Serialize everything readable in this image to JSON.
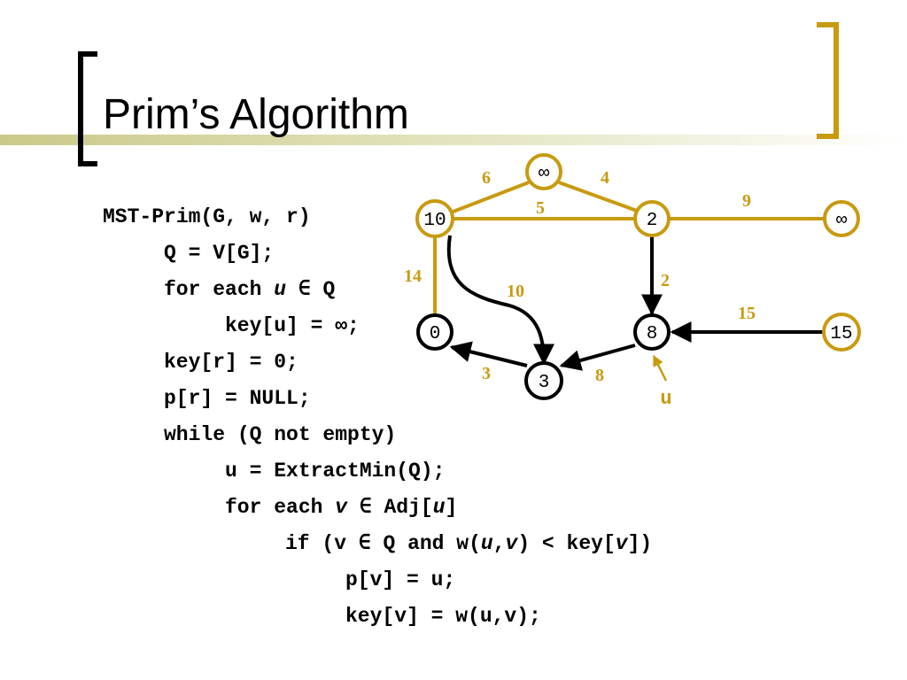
{
  "slide": {
    "title": "Prim’s Algorithm"
  },
  "code": {
    "line1": "MST-Prim(G, w, r)",
    "line2": "Q = V[G];",
    "line3_a": "for each ",
    "line3_u": "u",
    "line3_b": " ∈ Q",
    "line4": "key[u] = ∞;",
    "line5": "key[r] = 0;",
    "line6": "p[r] = NULL;",
    "line7": "while (Q not empty)",
    "line8": "u = ExtractMin(Q);",
    "line9_a": "for each ",
    "line9_v": "v",
    "line9_b": " ∈ Adj[",
    "line9_u": "u",
    "line9_c": "]",
    "line10_a": "if (v ∈ Q and w(",
    "line10_uv": "u",
    "line10_comma": ",",
    "line10_v": "v",
    "line10_b": ") < key[",
    "line10_v2": "v",
    "line10_c": "])",
    "line11": "p[v] = u;",
    "line12": "key[v] = w(u,v);"
  },
  "graph": {
    "colors": {
      "gold": "#c89a10",
      "black": "#000000"
    },
    "nodes": {
      "top": "∞",
      "left": "10",
      "mid": "2",
      "right": "∞",
      "zero": "0",
      "eight": "8",
      "fifteen": "15",
      "three": "3"
    },
    "weights": {
      "w6": "6",
      "w4": "4",
      "w5": "5",
      "w9": "9",
      "w14": "14",
      "w10": "10",
      "w2": "2",
      "w15": "15",
      "w3": "3",
      "w8": "8"
    },
    "pointer_label": "u"
  }
}
